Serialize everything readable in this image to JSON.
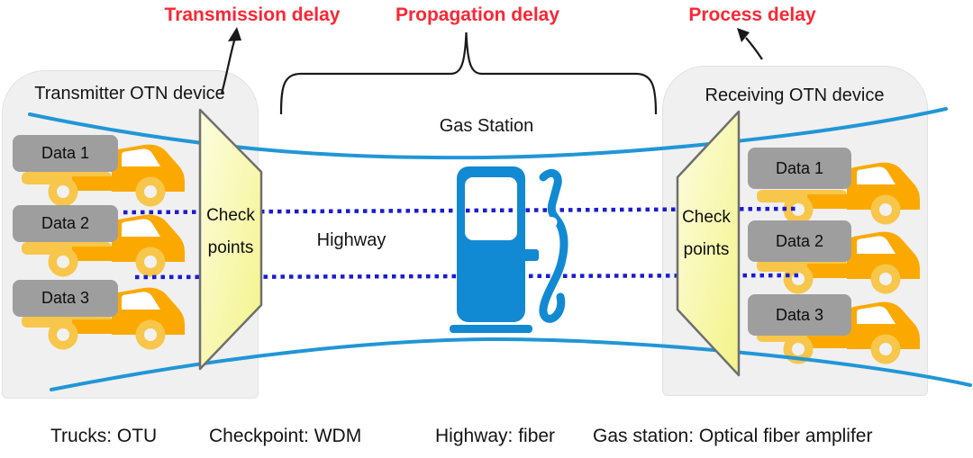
{
  "labels": {
    "transmission_delay": "Transmission delay",
    "propagation_delay": "Propagation delay",
    "process_delay": "Process delay"
  },
  "left_device": {
    "title": "Transmitter OTN device",
    "data_items": [
      "Data 1",
      "Data 2",
      "Data 3"
    ]
  },
  "right_device": {
    "title": "Receiving OTN device",
    "data_items": [
      "Data 1",
      "Data 2",
      "Data 3"
    ]
  },
  "checkpoint": {
    "line1": "Check",
    "line2": "points"
  },
  "middle": {
    "gas_station": "Gas Station",
    "highway": "Highway"
  },
  "legend": [
    "Trucks: OTU",
    "Checkpoint: WDM",
    "Highway: fiber",
    "Gas station: Optical fiber amplifer"
  ],
  "icons": {
    "truck": "truck-icon",
    "gas_pump": "gas-pump-icon",
    "checkpoint_gate": "checkpoint-parallelogram",
    "brace": "propagation-brace",
    "arrows": "annotation-arrow-icon"
  },
  "colors": {
    "accent-red": "#f92735",
    "device-box-bg": "#f0f0f0",
    "device-box-border": "#e2e2e2",
    "data-box-bg": "#9e9e9e",
    "truck-dark": "#fba900",
    "truck-light": "#f7c64b",
    "checkpoint-fill-light": "#fdfde0",
    "checkpoint-fill-dark": "#f3f388",
    "checkpoint-border": "#6f6f6f",
    "highway-curve-blue": "#2196d6",
    "fiber-dot-blue": "#1b1bd1",
    "pump-blue": "#1289d3"
  }
}
